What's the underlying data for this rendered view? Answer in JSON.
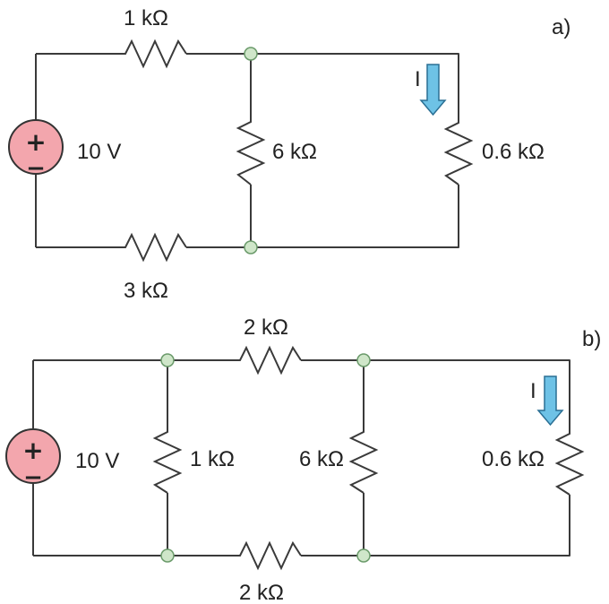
{
  "circuit_a": {
    "label": "a)",
    "source": {
      "voltage": "10 V",
      "plus": "+",
      "minus": "−"
    },
    "r_top": "1 kΩ",
    "r_bottom": "3 kΩ",
    "r_middle": "6 kΩ",
    "r_load": "0.6 kΩ",
    "current": "I"
  },
  "circuit_b": {
    "label": "b)",
    "source": {
      "voltage": "10 V",
      "plus": "+",
      "minus": "−"
    },
    "r_top": "2 kΩ",
    "r_bottom": "2 kΩ",
    "r_left": "1 kΩ",
    "r_middle": "6 kΩ",
    "r_load": "0.6 kΩ",
    "current": "I"
  },
  "colors": {
    "wire": "#3a3a3a",
    "source_fill": "#f3a6ad",
    "node_fill": "#cfe6c9",
    "arrow_fill": "#6ec2e6"
  }
}
